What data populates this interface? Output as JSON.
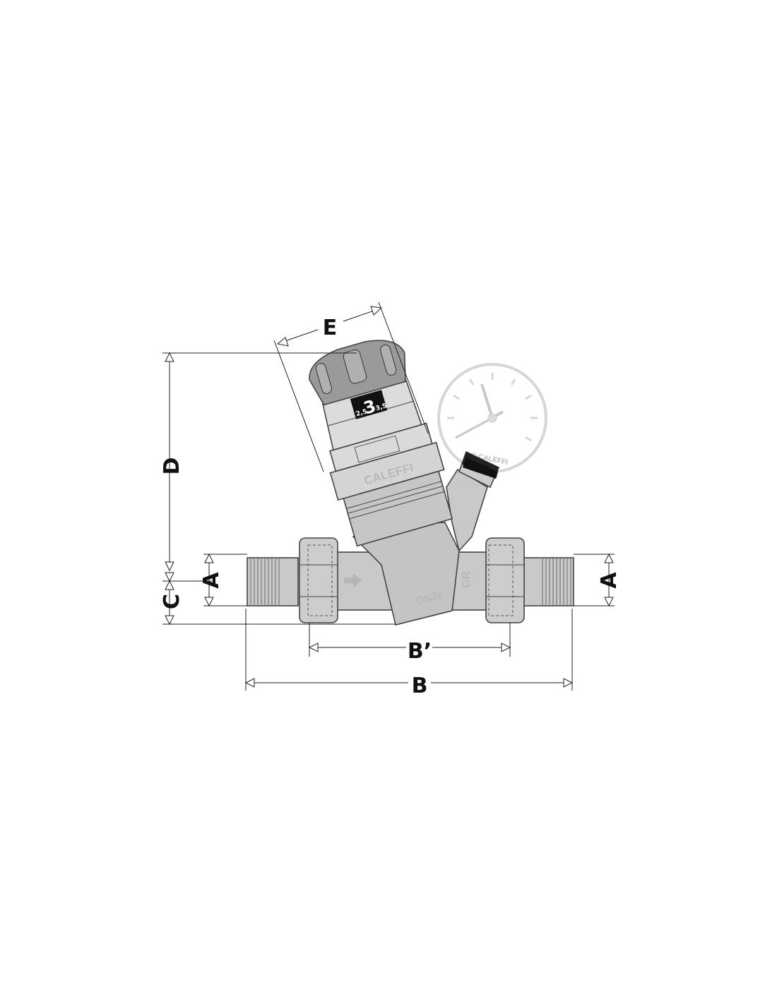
{
  "dimensions": {
    "A_left": "A",
    "A_right": "A",
    "B": "B",
    "B_prime": "B’",
    "C": "C",
    "D": "D",
    "E": "E"
  },
  "valve": {
    "brand": "CALEFFI",
    "size": "DN20",
    "setting_low": "2,5",
    "setting_value": "3",
    "setting_high": "3,5",
    "flow_arrow_icon": "arrow-right-icon"
  },
  "gauge": {
    "brand": "© CALEFFI"
  },
  "colors": {
    "body": "#c9c9c9",
    "knob": "#9a9a9a",
    "gauge": "#d6d6d6",
    "line": "#222222"
  }
}
